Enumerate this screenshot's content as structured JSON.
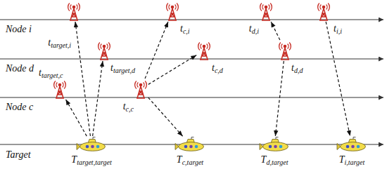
{
  "diagram": {
    "nodes": [
      {
        "text": [
          "t",
          "target,i"
        ]
      },
      {
        "text": [
          "t",
          "c,i"
        ]
      },
      {
        "text": [
          "t",
          "d,i"
        ]
      },
      {
        "text": [
          "t",
          "i,i"
        ]
      },
      {
        "text": [
          "t",
          "target,d"
        ]
      },
      {
        "text": [
          "t",
          "c,d"
        ]
      },
      {
        "text": [
          "t",
          "d,d"
        ]
      },
      {
        "text": [
          "t",
          "target,c"
        ]
      },
      {
        "text": [
          "t",
          "c,c"
        ]
      },
      {
        "text": [
          "T",
          "target,target"
        ]
      },
      {
        "text": [
          "T",
          "c,target"
        ]
      },
      {
        "text": [
          "T",
          "d,target"
        ]
      },
      {
        "text": [
          "T",
          "i,target"
        ]
      }
    ],
    "edges": [
      {
        "from": 9,
        "to": 7,
        "arrow": "to"
      },
      {
        "from": 9,
        "to": 0,
        "arrow": "to"
      },
      {
        "from": 9,
        "to": 4,
        "arrow": "to"
      },
      {
        "from": 8,
        "to": 1,
        "arrow": "to"
      },
      {
        "from": 8,
        "to": 5,
        "arrow": "to"
      },
      {
        "from": 8,
        "to": 10,
        "arrow": "to"
      },
      {
        "from": 6,
        "to": 2,
        "arrow": "to"
      },
      {
        "from": 6,
        "to": 11,
        "arrow": "to"
      },
      {
        "from": 3,
        "to": 12,
        "arrow": "to"
      }
    ],
    "labels": [
      "Node i",
      "Node d",
      "Node c",
      "Target"
    ]
  }
}
